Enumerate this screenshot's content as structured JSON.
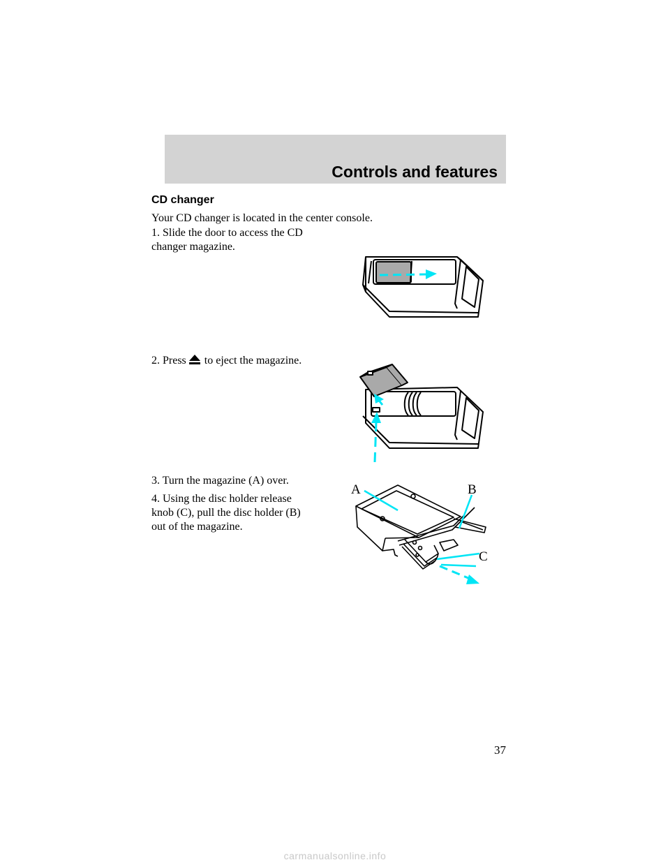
{
  "header": {
    "section_title": "Controls and features"
  },
  "content": {
    "heading": "CD changer",
    "intro": "Your CD changer is located in the center console.",
    "step1_line1": "1. Slide the door to access the CD",
    "step1_line2": "changer magazine.",
    "step2_before": "2. Press",
    "step2_icon": "eject-icon",
    "step2_after": "to eject the magazine.",
    "step3": "3. Turn the magazine (A) over.",
    "step4_line1": "4. Using the disc holder release",
    "step4_line2": "knob (C), pull the disc holder (B)",
    "step4_line3": "out of the magazine."
  },
  "figure3": {
    "label_a": "A",
    "label_b": "B",
    "label_c": "C"
  },
  "footer": {
    "page_number": "37",
    "watermark": "carmanualsonline.info"
  },
  "colors": {
    "header_band": "#d3d3d3",
    "arrow_accent": "#00e5f5"
  }
}
